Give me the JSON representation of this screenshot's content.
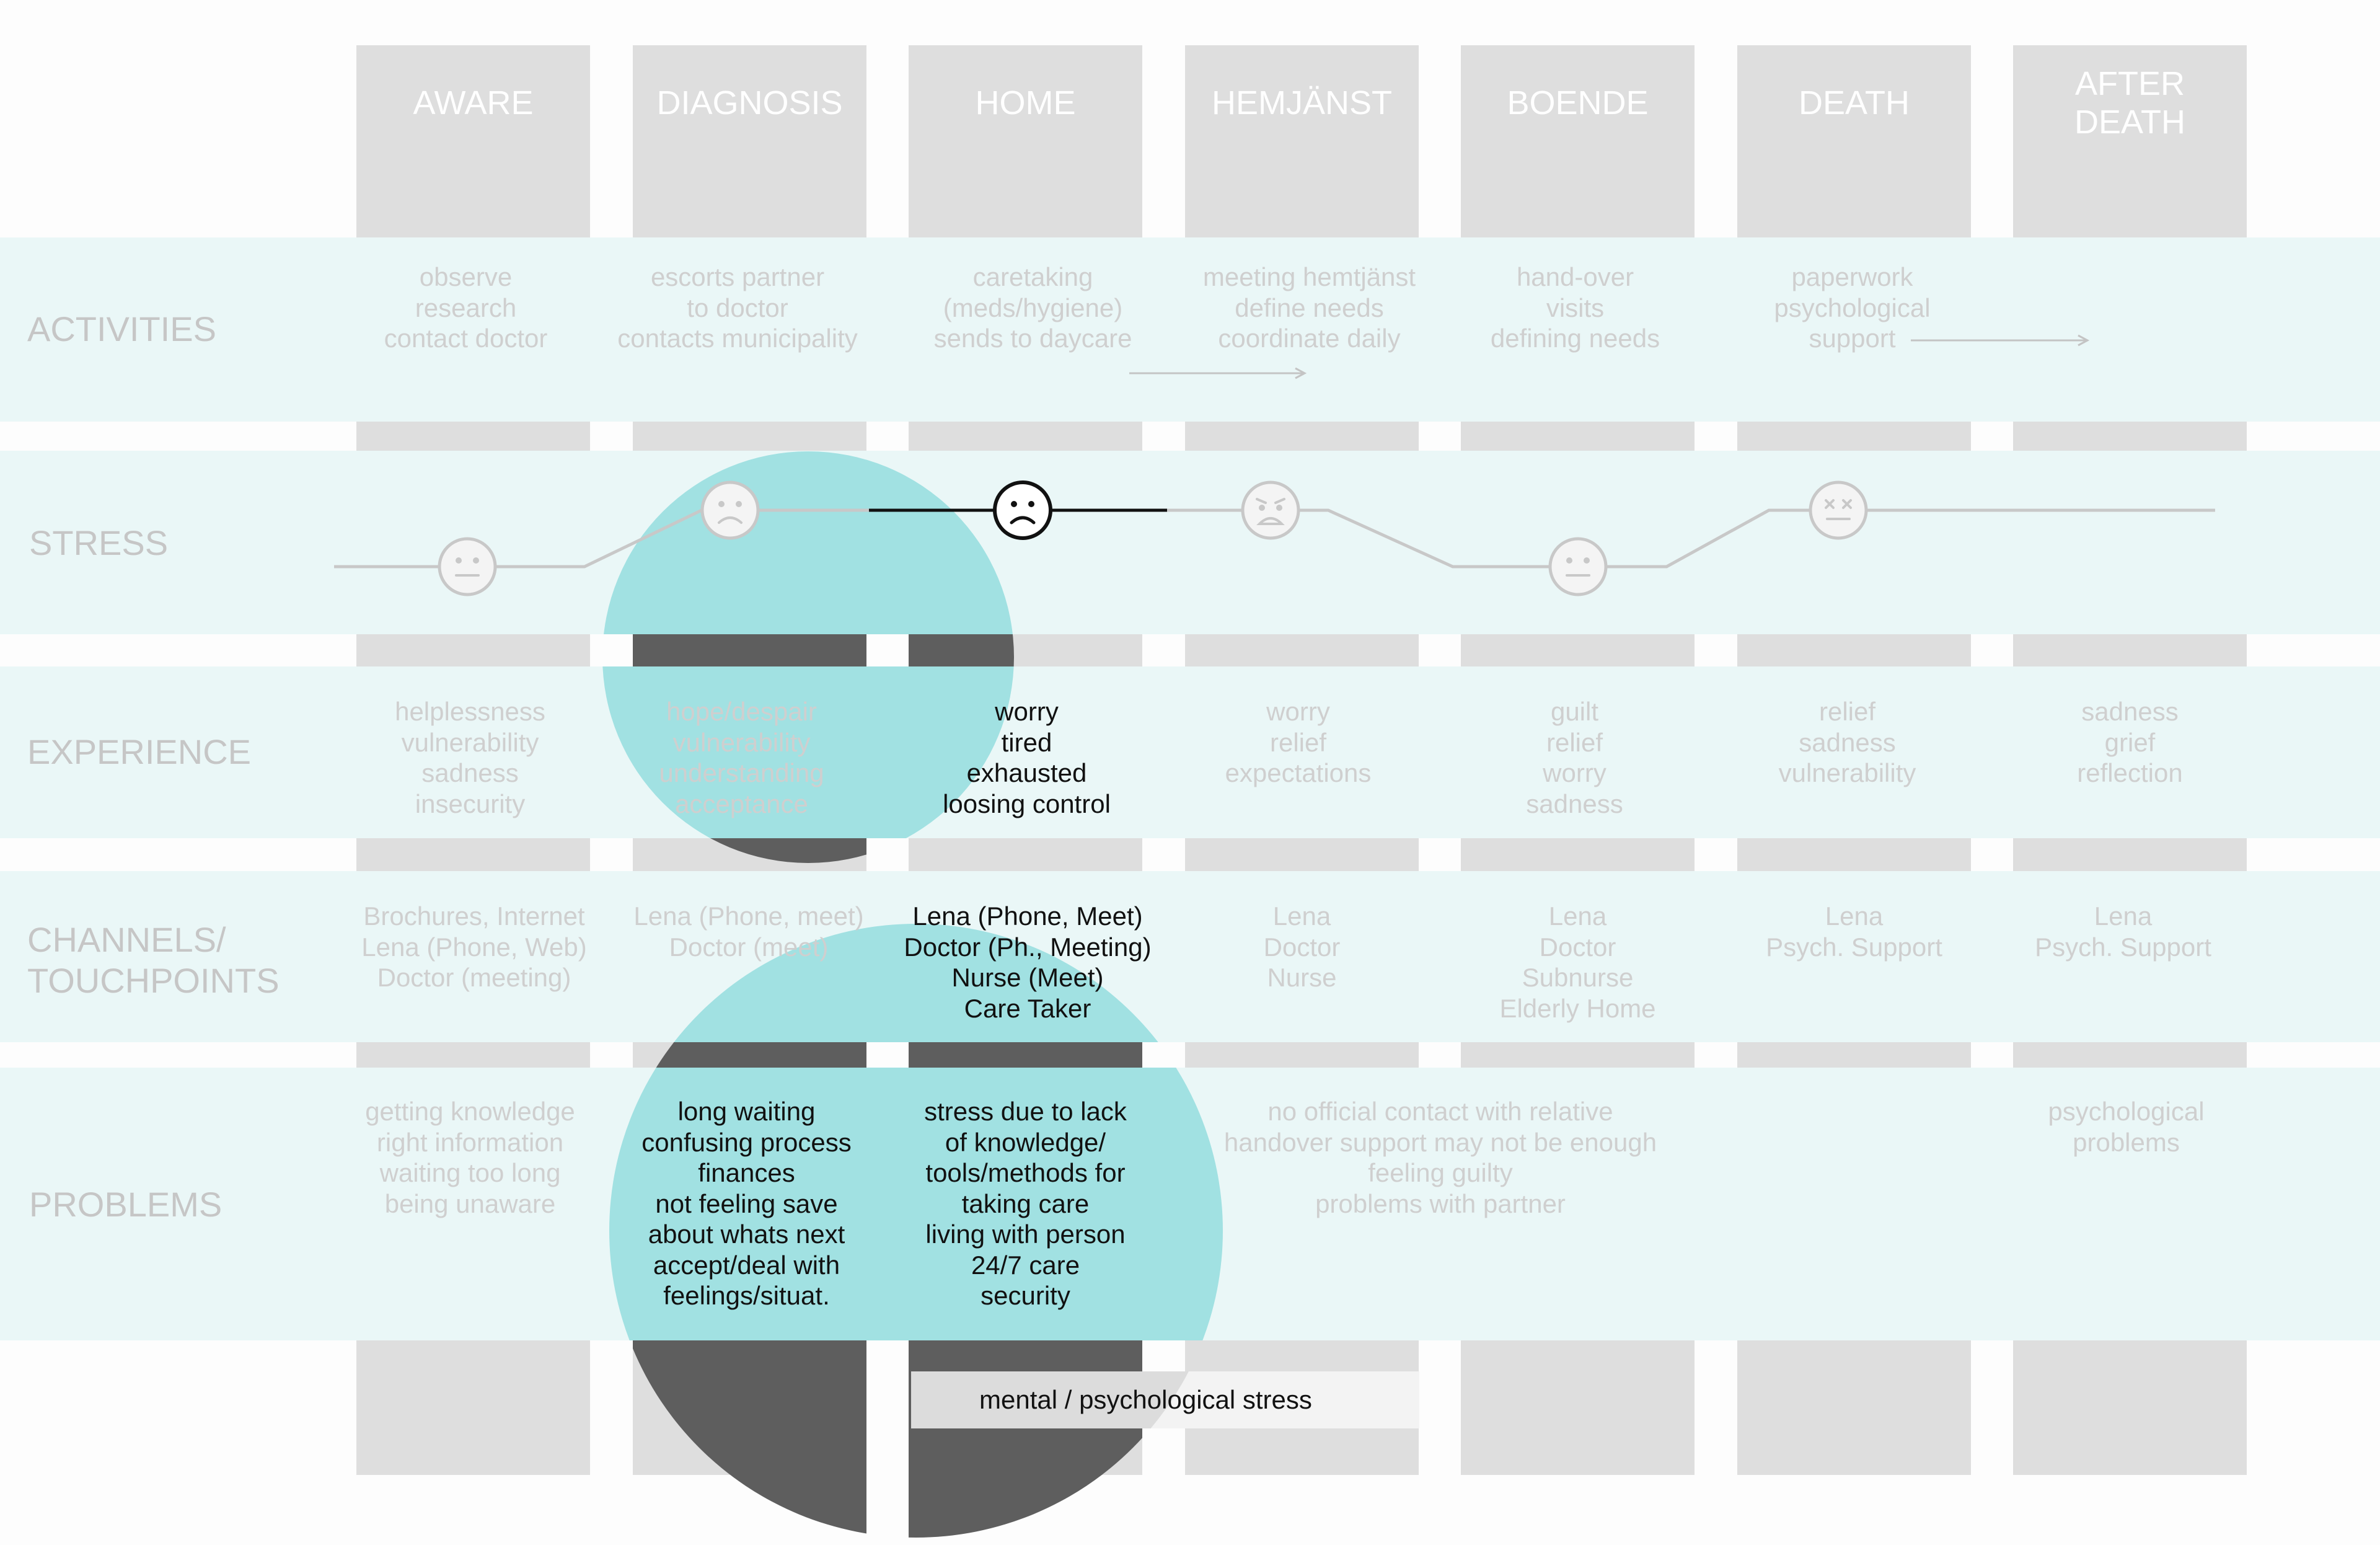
{
  "stages": [
    "AWARE",
    "DIAGNOSIS",
    "HOME",
    "HEMJÄNST",
    "BOENDE",
    "DEATH",
    "AFTER\nDEATH"
  ],
  "rows": {
    "activities": "ACTIVITIES",
    "stress": "STRESS",
    "experience": "EXPERIENCE",
    "channels": "CHANNELS/\nTOUCHPOINTS",
    "problems": "PROBLEMS"
  },
  "activities": [
    "observe\nresearch\ncontact doctor",
    "escorts partner\nto doctor\ncontacts municipality",
    "caretaking\n(meds/hygiene)\nsends to daycare",
    "meeting hemtjänst\ndefine needs\ncoordinate daily",
    "hand-over\nvisits\ndefining needs",
    "paperwork\npsychological\nsupport",
    ""
  ],
  "stress_levels": [
    {
      "stage": "AWARE",
      "face": "neutral-face-icon",
      "level": "low"
    },
    {
      "stage": "DIAGNOSIS",
      "face": "sad-face-icon",
      "level": "high"
    },
    {
      "stage": "HOME",
      "face": "sad-face-icon",
      "level": "high"
    },
    {
      "stage": "HEMJÄNST",
      "face": "distressed-face-icon",
      "level": "high"
    },
    {
      "stage": "BOENDE",
      "face": "neutral-face-icon",
      "level": "low"
    },
    {
      "stage": "DEATH",
      "face": "dizzy-face-icon",
      "level": "high"
    },
    {
      "stage": "AFTER DEATH",
      "face": "",
      "level": "high"
    }
  ],
  "experience": [
    "helplessness\nvulnerability\nsadness\ninsecurity",
    "hope/despair\nvulnerability\nunderstanding\nacceptance",
    "worry\ntired\nexhausted\nloosing control",
    "worry\nrelief\nexpectations",
    "guilt\nrelief\nworry\nsadness",
    "relief\nsadness\nvulnerability",
    "sadness\ngrief\nreflection"
  ],
  "channels": [
    "Brochures, Internet\nLena (Phone, Web)\nDoctor (meeting)",
    "Lena (Phone, meet)\nDoctor (meet)",
    "Lena (Phone, Meet)\nDoctor (Ph., Meeting)\nNurse (Meet)\nCare Taker",
    "Lena\nDoctor\nNurse",
    "Lena\nDoctor\nSubnurse\nElderly Home",
    "Lena\nPsych. Support",
    "Lena\nPsych. Support"
  ],
  "problems": {
    "aware": "getting knowledge\nright information\nwaiting too long\nbeing unaware",
    "diagnosis": "long waiting\nconfusing process\nfinances\nnot feeling save\nabout whats next\naccept/deal with\nfeelings/situat.",
    "home": "stress due to lack\nof knowledge/\ntools/methods for\ntaking care\nliving with person\n24/7 care\nsecurity",
    "hemjanst_boende": "no official contact with relative\nhandover support may not be enough\nfeeling guilty\nproblems with partner",
    "after_death": "psychological\nproblems"
  },
  "highlight_label": "mental / psychological stress",
  "colors": {
    "column": "#dedede",
    "band": "#eaf7f7",
    "highlight": "#a1e1e2",
    "dark": "#5e5e5e",
    "faint_text": "#cfcfcf"
  }
}
